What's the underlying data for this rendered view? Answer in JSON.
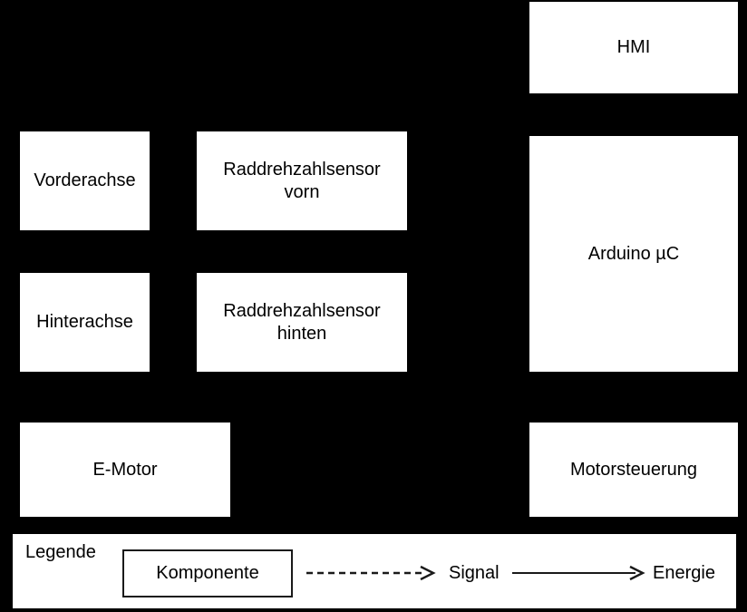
{
  "diagram": {
    "background_color": "#000000",
    "node_fill": "#ffffff",
    "node_text_color": "#000000",
    "nodes": [
      {
        "id": "hmi",
        "label": "HMI"
      },
      {
        "id": "vorderachse",
        "label": "Vorderachse"
      },
      {
        "id": "sensor-vorn",
        "label": "Raddrehzahlsensor\nvorn"
      },
      {
        "id": "arduino",
        "label": "Arduino µC"
      },
      {
        "id": "hinterachse",
        "label": "Hinterachse"
      },
      {
        "id": "sensor-hinten",
        "label": "Raddrehzahlsensor\nhinten"
      },
      {
        "id": "emotor",
        "label": "E-Motor"
      },
      {
        "id": "motorsteuerung",
        "label": "Motorsteuerung"
      }
    ]
  },
  "legend": {
    "title": "Legende",
    "component_label": "Komponente",
    "signal_label": "Signal",
    "energy_label": "Energie",
    "line_color": "#1a1a1a"
  }
}
